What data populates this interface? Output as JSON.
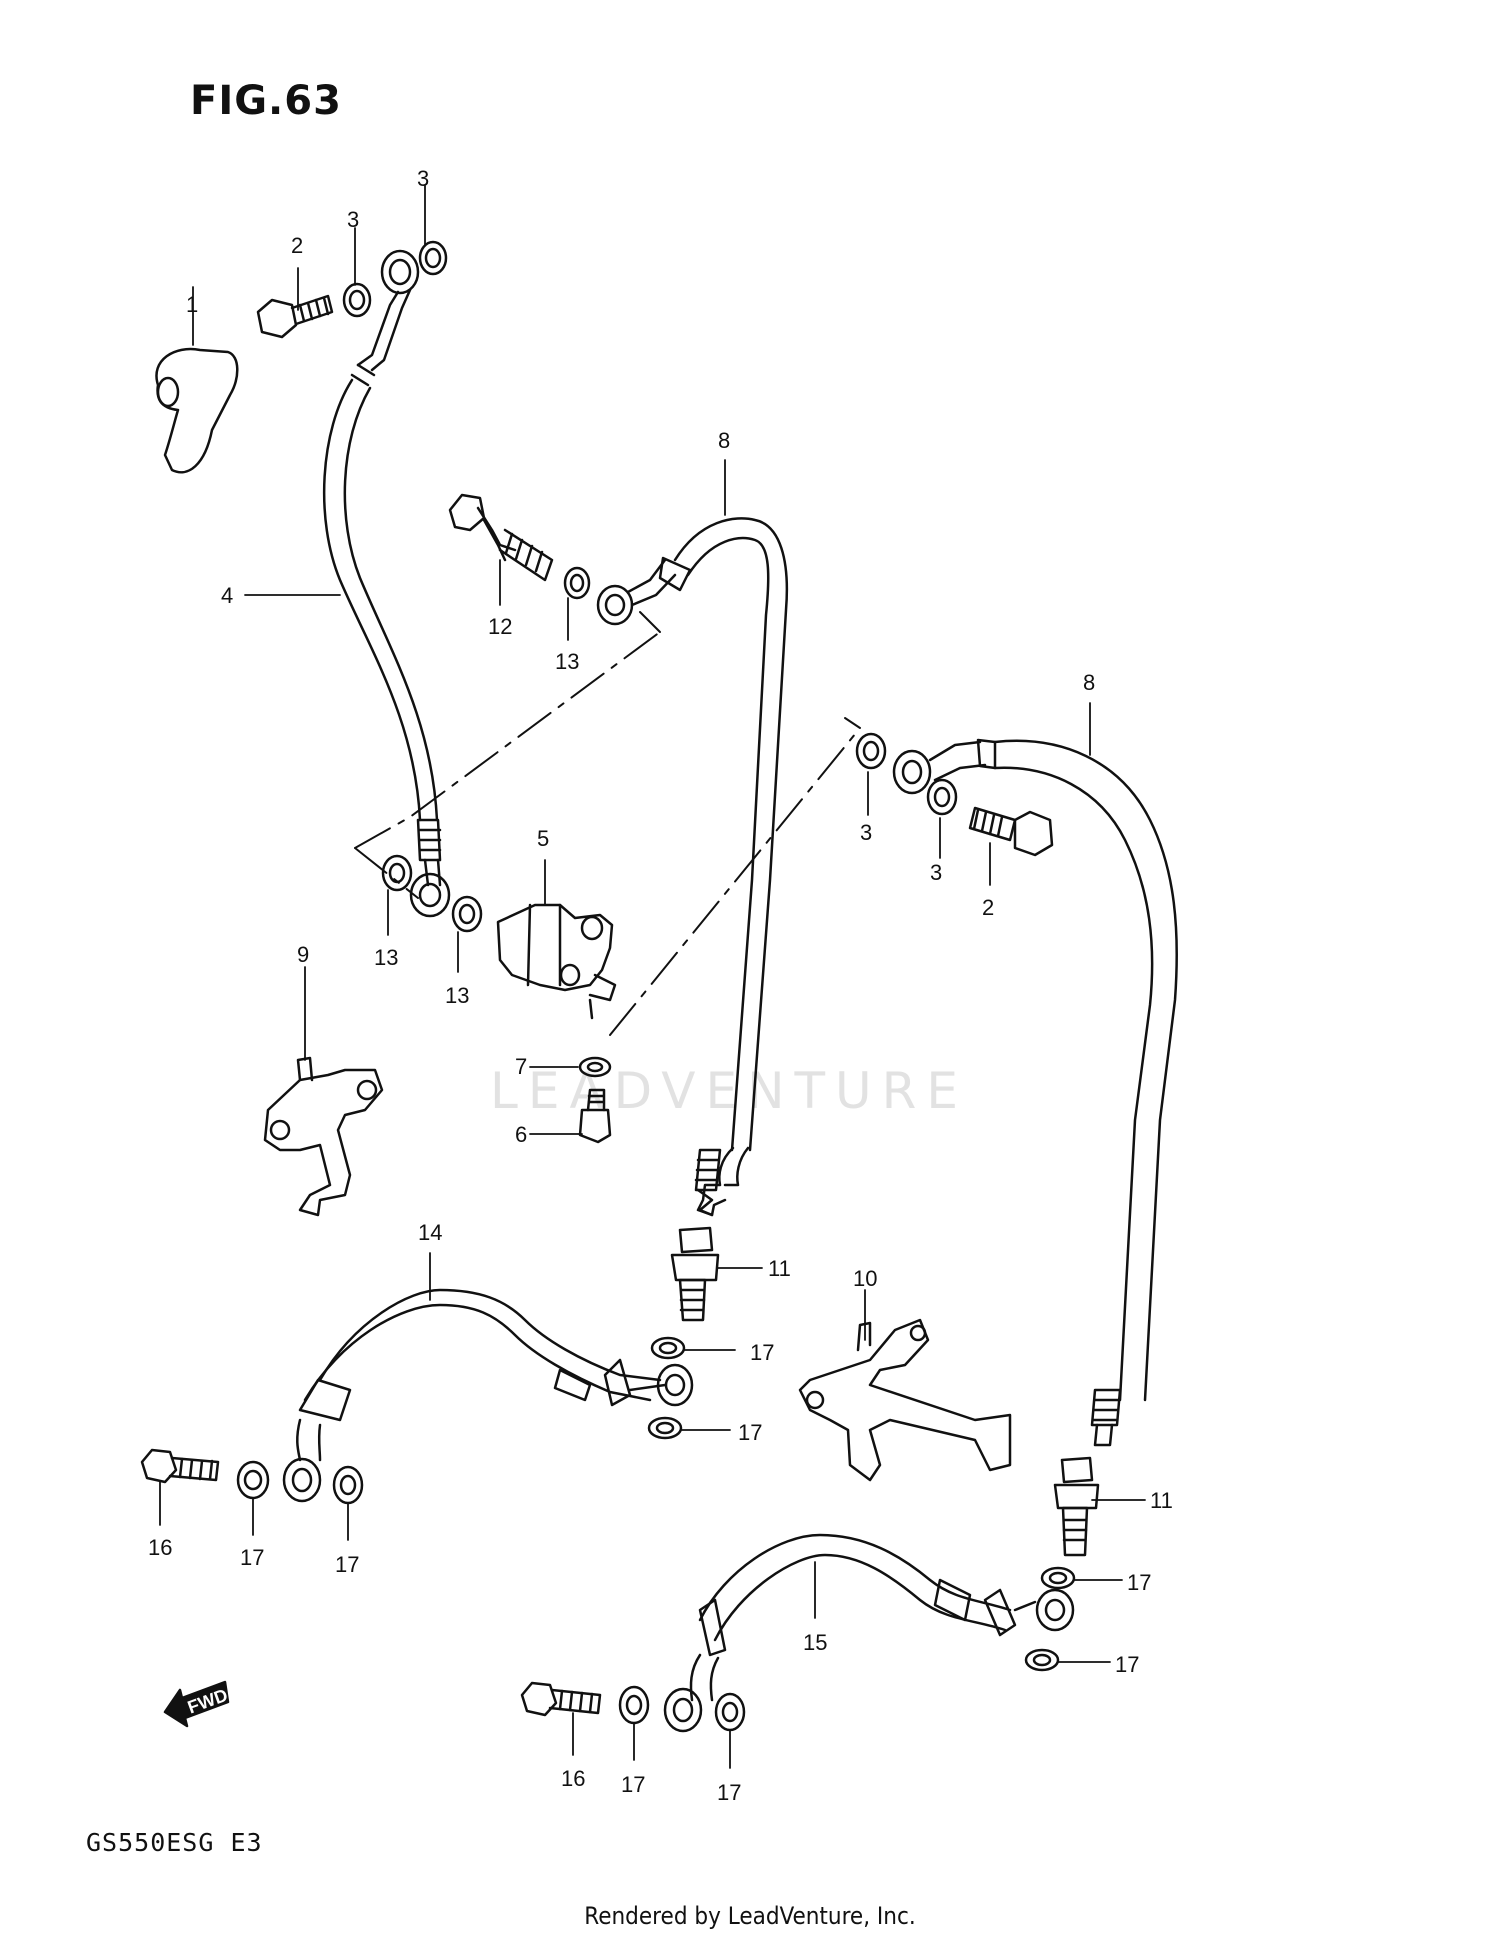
{
  "figure_title": "FIG.63",
  "model_code": "GS550ESG  E3",
  "footer_credit": "Rendered by LeadVenture, Inc.",
  "watermark": "LEADVENTURE",
  "fwd_marker": "FWD",
  "callouts": [
    "1",
    "2",
    "3",
    "3",
    "4",
    "8",
    "12",
    "13",
    "8",
    "3",
    "3",
    "2",
    "5",
    "13",
    "13",
    "9",
    "7",
    "6",
    "14",
    "11",
    "10",
    "17",
    "17",
    "16",
    "17",
    "17",
    "11",
    "17",
    "15",
    "17",
    "16",
    "17",
    "17"
  ],
  "colors": {
    "ink": "#111111",
    "watermark": "#e2e2e2",
    "background": "#ffffff"
  }
}
